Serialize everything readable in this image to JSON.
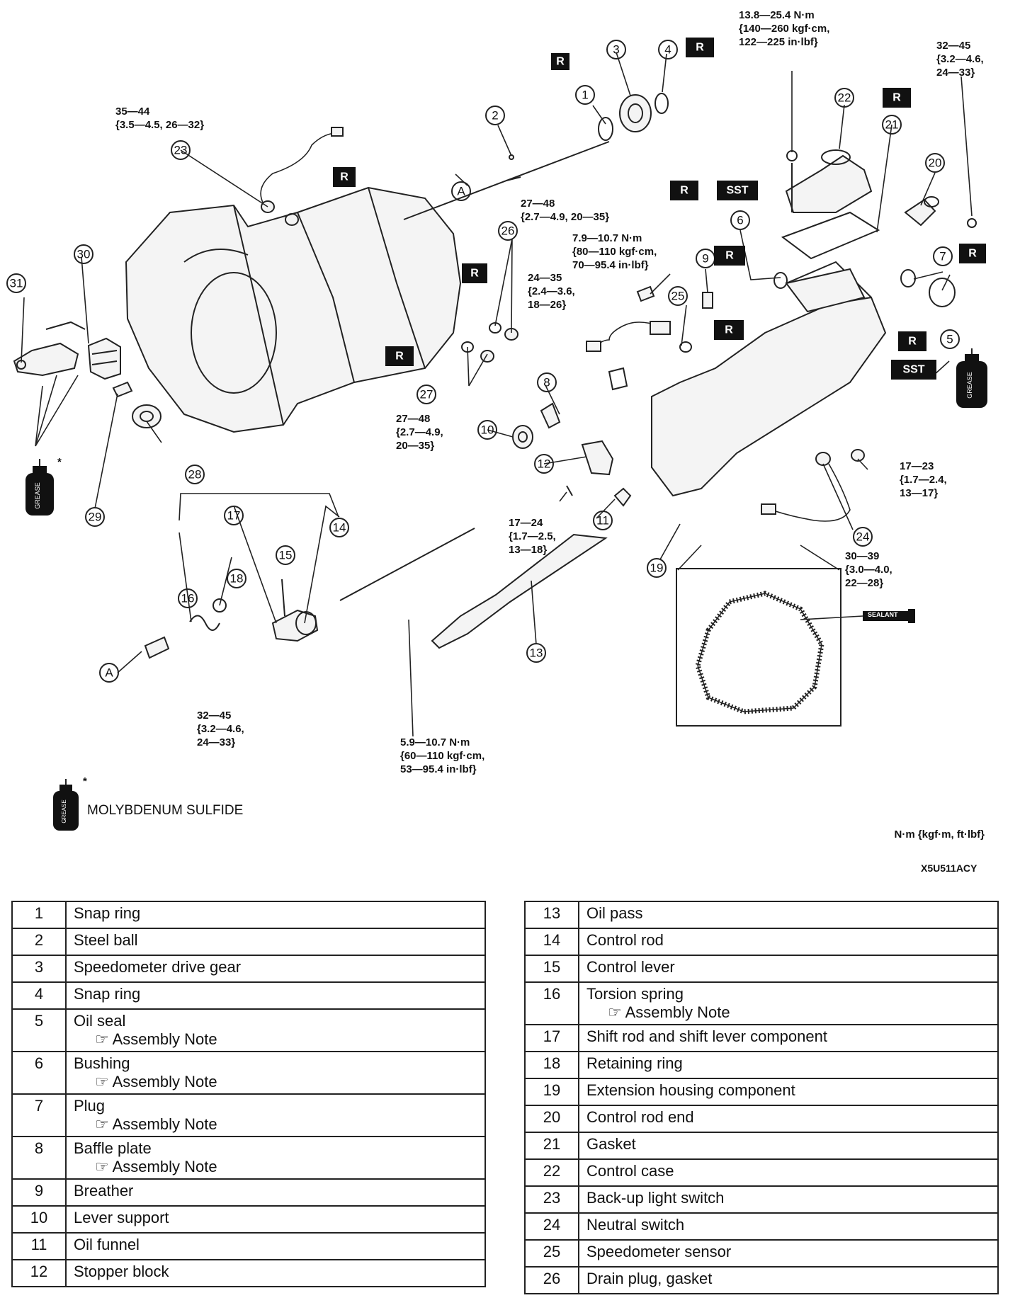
{
  "torque_specs": {
    "t_23": [
      "35—44",
      "{3.5—4.5, 26—32}"
    ],
    "t_22": [
      "13.8—25.4 N·m",
      "{140—260 kgf·cm,",
      "122—225 in·lbf}"
    ],
    "t_20": [
      "32—45",
      "{3.2—4.6,",
      "24—33}"
    ],
    "t_2": [
      "27—48",
      "{2.7—4.9, 20—35}"
    ],
    "t_25a": [
      "7.9—10.7 N·m",
      "{80—110 kgf·cm,",
      "70—95.4 in·lbf}"
    ],
    "t_25b": [
      "24—35",
      "{2.4—3.6,",
      "18—26}"
    ],
    "t_27": [
      "27—48",
      "{2.7—4.9,",
      "20—35}"
    ],
    "t_19": [
      "17—23",
      "{1.7—2.4,",
      "13—17}"
    ],
    "t_11": [
      "17—24",
      "{1.7—2.5,",
      "13—18}"
    ],
    "t_24": [
      "30—39",
      "{3.0—4.0,",
      "22—28}"
    ],
    "t_15": [
      "32—45",
      "{3.2—4.6,",
      "24—33}"
    ],
    "t_13": [
      "5.9—10.7 N·m",
      "{60—110 kgf·cm,",
      "53—95.4 in·lbf}"
    ]
  },
  "badges": {
    "replace": "R",
    "special_tool": "SST"
  },
  "callouts": [
    "1",
    "2",
    "3",
    "4",
    "5",
    "6",
    "7",
    "8",
    "9",
    "10",
    "11",
    "12",
    "13",
    "14",
    "15",
    "16",
    "17",
    "18",
    "19",
    "20",
    "21",
    "22",
    "23",
    "24",
    "25",
    "26",
    "27",
    "28",
    "29",
    "30",
    "31",
    "A"
  ],
  "legend": {
    "grease_label": "MOLYBDENUM SULFIDE",
    "asterisk": "*"
  },
  "grease_can_label": "GREASE",
  "sealant_label": "SEALANT",
  "units_note": "N·m {kgf·m, ft·lbf}",
  "figure_code": "X5U511ACY",
  "parts_left": [
    {
      "num": "1",
      "name": "Snap ring",
      "note": ""
    },
    {
      "num": "2",
      "name": "Steel ball",
      "note": ""
    },
    {
      "num": "3",
      "name": "Speedometer drive gear",
      "note": ""
    },
    {
      "num": "4",
      "name": "Snap ring",
      "note": ""
    },
    {
      "num": "5",
      "name": "Oil seal",
      "note": "☞ Assembly Note"
    },
    {
      "num": "6",
      "name": "Bushing",
      "note": "☞ Assembly Note"
    },
    {
      "num": "7",
      "name": "Plug",
      "note": "☞ Assembly Note"
    },
    {
      "num": "8",
      "name": "Baffle plate",
      "note": "☞ Assembly Note"
    },
    {
      "num": "9",
      "name": "Breather",
      "note": ""
    },
    {
      "num": "10",
      "name": "Lever support",
      "note": ""
    },
    {
      "num": "11",
      "name": "Oil funnel",
      "note": ""
    },
    {
      "num": "12",
      "name": "Stopper block",
      "note": ""
    }
  ],
  "parts_right": [
    {
      "num": "13",
      "name": "Oil pass",
      "note": ""
    },
    {
      "num": "14",
      "name": "Control rod",
      "note": ""
    },
    {
      "num": "15",
      "name": "Control lever",
      "note": ""
    },
    {
      "num": "16",
      "name": "Torsion spring",
      "note": "☞ Assembly Note"
    },
    {
      "num": "17",
      "name": "Shift rod and shift lever component",
      "note": ""
    },
    {
      "num": "18",
      "name": "Retaining ring",
      "note": ""
    },
    {
      "num": "19",
      "name": "Extension housing component",
      "note": ""
    },
    {
      "num": "20",
      "name": "Control rod end",
      "note": ""
    },
    {
      "num": "21",
      "name": "Gasket",
      "note": ""
    },
    {
      "num": "22",
      "name": "Control case",
      "note": ""
    },
    {
      "num": "23",
      "name": "Back-up light switch",
      "note": ""
    },
    {
      "num": "24",
      "name": "Neutral switch",
      "note": ""
    },
    {
      "num": "25",
      "name": "Speedometer sensor",
      "note": ""
    },
    {
      "num": "26",
      "name": "Drain plug, gasket",
      "note": ""
    }
  ]
}
